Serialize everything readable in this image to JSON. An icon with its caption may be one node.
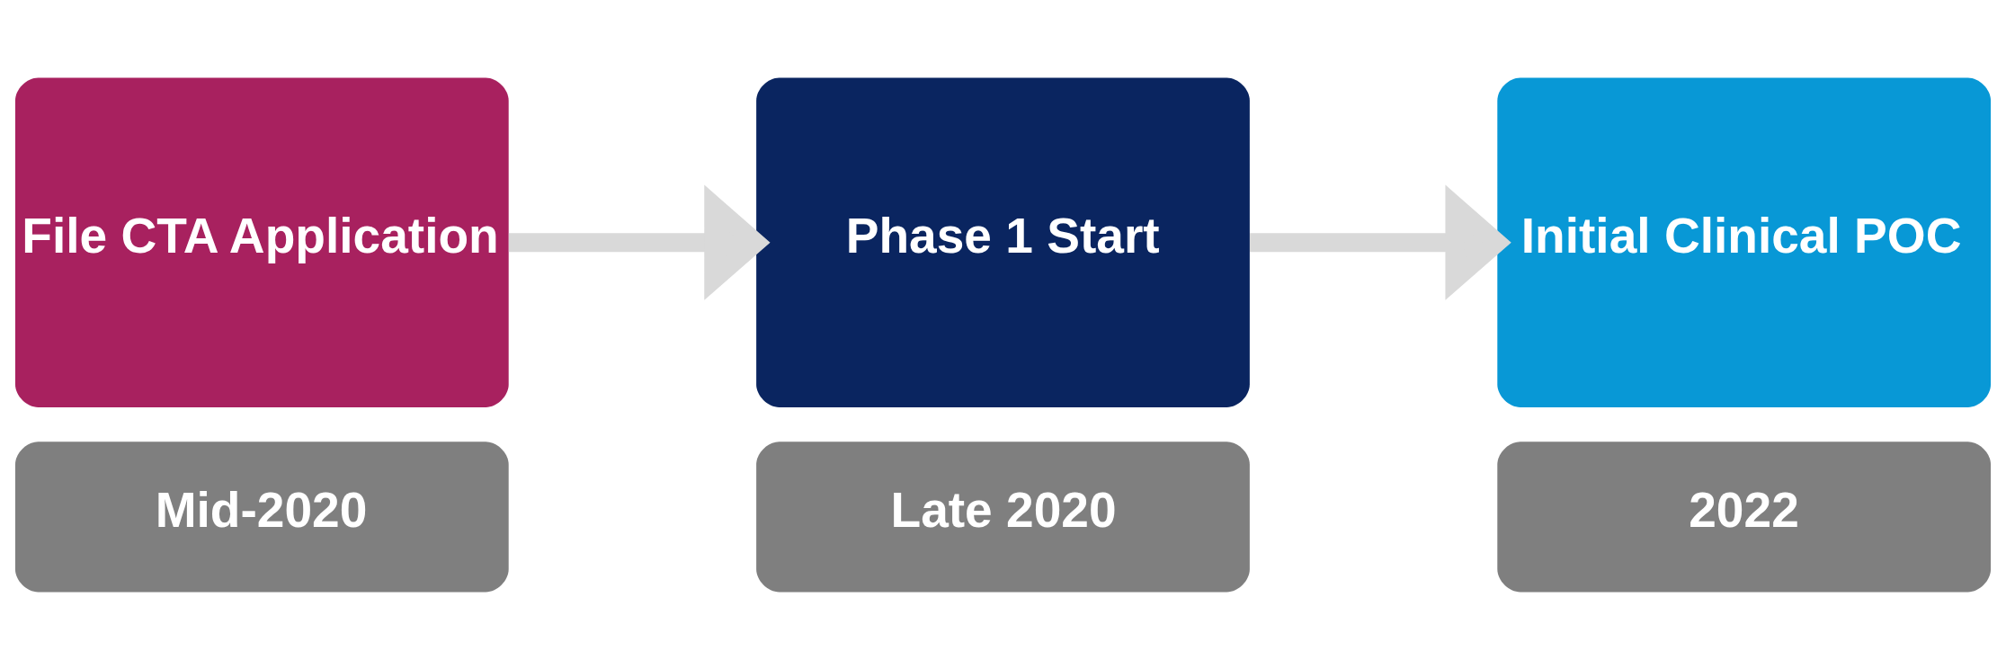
{
  "diagram": {
    "nodes": [
      {
        "text": [
          "File CTA Application"
        ]
      },
      {
        "text": [
          "Mid-2020"
        ]
      },
      {
        "text": [
          "Phase 1 Start"
        ]
      },
      {
        "text": [
          "Late 2020"
        ]
      },
      {
        "text": [
          "Initial Clinical POC"
        ]
      },
      {
        "text": [
          "2022"
        ]
      }
    ],
    "edges": [
      {
        "from": 0,
        "to": 2,
        "arrow": "to",
        "color": "#d9d9d9"
      },
      {
        "from": 2,
        "to": 4,
        "arrow": "to",
        "color": "#d9d9d9"
      }
    ]
  }
}
